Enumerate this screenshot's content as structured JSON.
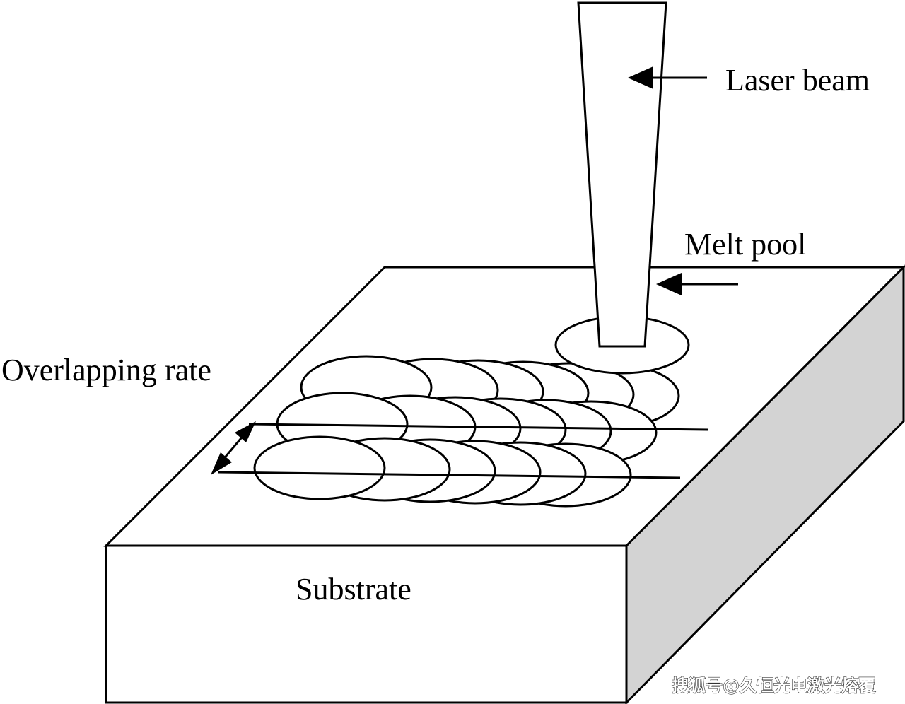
{
  "labels": {
    "laser_beam": "Laser beam",
    "melt_pool": "Melt pool",
    "overlapping_rate": "Overlapping rate",
    "substrate": "Substrate"
  },
  "watermark": "搜狐号@久恒光电激光熔覆",
  "colors": {
    "line": "#000000",
    "side_face": "#d3d3d3",
    "background": "#ffffff"
  }
}
